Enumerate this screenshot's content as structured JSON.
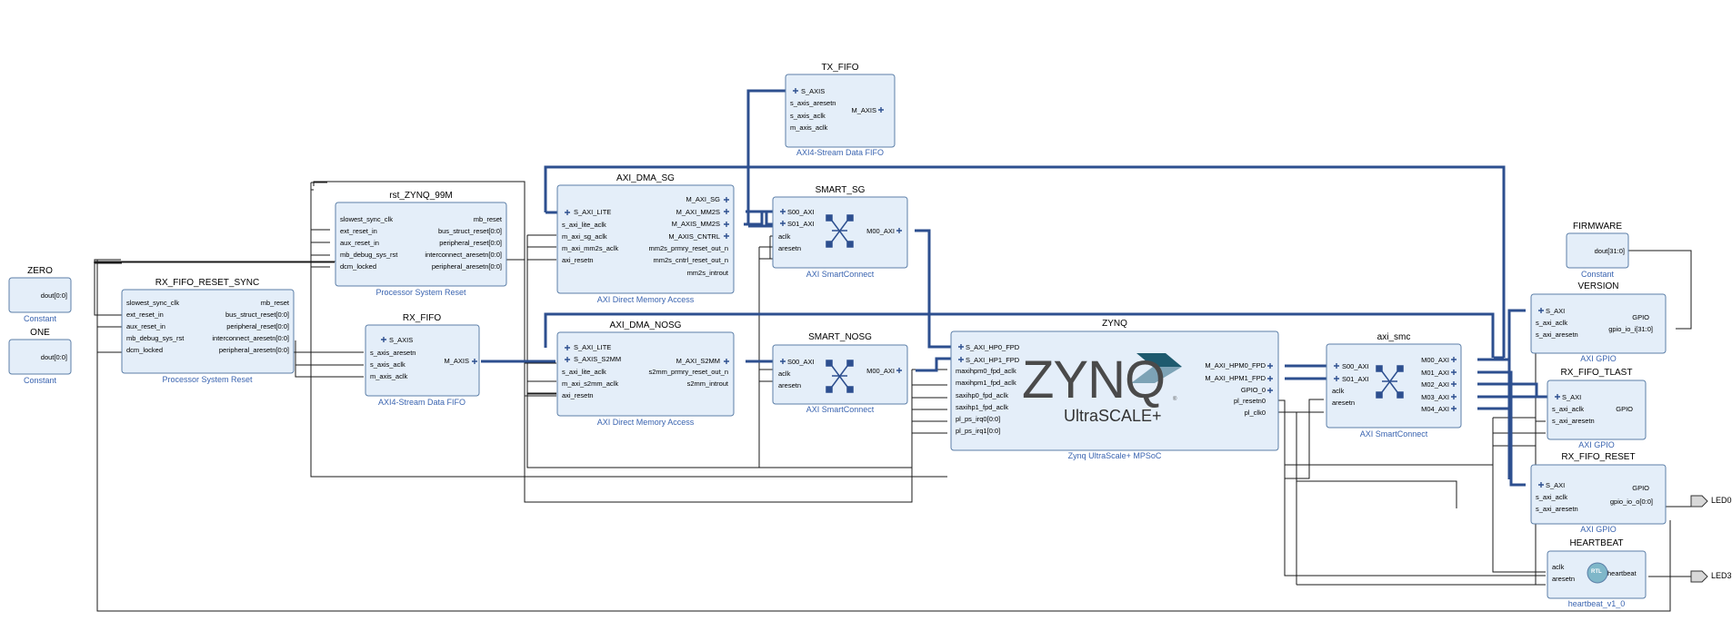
{
  "colors": {
    "block_fill": "#e4eef9",
    "block_border": "#5c7fa8",
    "bus_wire": "#2d4f8f",
    "net_wire": "#000000",
    "subtitle": "#3a64b0"
  },
  "blocks": {
    "zero": {
      "title": "ZERO",
      "subtitle": "Constant",
      "ports": {
        "dout": "dout[0:0]"
      }
    },
    "one": {
      "title": "ONE",
      "subtitle": "Constant",
      "ports": {
        "dout": "dout[0:0]"
      }
    },
    "rx_fifo_reset_sync": {
      "title": "RX_FIFO_RESET_SYNC",
      "subtitle": "Processor System Reset",
      "inputs": [
        "slowest_sync_clk",
        "ext_reset_in",
        "aux_reset_in",
        "mb_debug_sys_rst",
        "dcm_locked"
      ],
      "outputs": [
        "mb_reset",
        "bus_struct_reset[0:0]",
        "peripheral_reset[0:0]",
        "interconnect_aresetn[0:0]",
        "peripheral_aresetn[0:0]"
      ]
    },
    "rst_zynq": {
      "title": "rst_ZYNQ_99M",
      "subtitle": "Processor System Reset",
      "inputs": [
        "slowest_sync_clk",
        "ext_reset_in",
        "aux_reset_in",
        "mb_debug_sys_rst",
        "dcm_locked"
      ],
      "outputs": [
        "mb_reset",
        "bus_struct_reset[0:0]",
        "peripheral_reset[0:0]",
        "interconnect_aresetn[0:0]",
        "peripheral_aresetn[0:0]"
      ]
    },
    "rx_fifo": {
      "title": "RX_FIFO",
      "subtitle": "AXI4-Stream Data FIFO",
      "inputs": [
        "S_AXIS",
        "s_axis_aresetn",
        "s_axis_aclk",
        "m_axis_aclk"
      ],
      "outputs": [
        "M_AXIS"
      ]
    },
    "axi_dma_sg": {
      "title": "AXI_DMA_SG",
      "subtitle": "AXI Direct Memory Access",
      "inputs": [
        "S_AXI_LITE",
        "s_axi_lite_aclk",
        "m_axi_sg_aclk",
        "m_axi_mm2s_aclk",
        "axi_resetn"
      ],
      "outputs": [
        "M_AXI_SG",
        "M_AXI_MM2S",
        "M_AXIS_MM2S",
        "M_AXIS_CNTRL",
        "mm2s_prmry_reset_out_n",
        "mm2s_cntrl_reset_out_n",
        "mm2s_introut"
      ]
    },
    "axi_dma_nosg": {
      "title": "AXI_DMA_NOSG",
      "subtitle": "AXI Direct Memory Access",
      "inputs": [
        "S_AXI_LITE",
        "S_AXIS_S2MM",
        "s_axi_lite_aclk",
        "m_axi_s2mm_aclk",
        "axi_resetn"
      ],
      "outputs": [
        "M_AXI_S2MM",
        "s2mm_prmry_reset_out_n",
        "s2mm_introut"
      ]
    },
    "tx_fifo": {
      "title": "TX_FIFO",
      "subtitle": "AXI4-Stream Data FIFO",
      "inputs": [
        "S_AXIS",
        "s_axis_aresetn",
        "s_axis_aclk",
        "m_axis_aclk"
      ],
      "outputs": [
        "M_AXIS"
      ]
    },
    "smart_sg": {
      "title": "SMART_SG",
      "subtitle": "AXI SmartConnect",
      "inputs": [
        "S00_AXI",
        "S01_AXI",
        "aclk",
        "aresetn"
      ],
      "outputs": [
        "M00_AXI"
      ]
    },
    "smart_nosg": {
      "title": "SMART_NOSG",
      "subtitle": "AXI SmartConnect",
      "inputs": [
        "S00_AXI",
        "aclk",
        "aresetn"
      ],
      "outputs": [
        "M00_AXI"
      ]
    },
    "zynq": {
      "title": "ZYNQ",
      "subtitle": "Zynq UltraScale+ MPSoC",
      "logo_main": "ZYNQ",
      "logo_sub": "UltraSCALE+",
      "logo_mark": "®",
      "inputs": [
        "S_AXI_HP0_FPD",
        "S_AXI_HP1_FPD",
        "maxihpm0_fpd_aclk",
        "maxihpm1_fpd_aclk",
        "saxihp0_fpd_aclk",
        "saxihp1_fpd_aclk",
        "pl_ps_irq0[0:0]",
        "pl_ps_irq1[0:0]"
      ],
      "outputs": [
        "M_AXI_HPM0_FPD",
        "M_AXI_HPM1_FPD",
        "GPIO_0",
        "pl_resetn0",
        "pl_clk0"
      ]
    },
    "axi_smc": {
      "title": "axi_smc",
      "subtitle": "AXI SmartConnect",
      "inputs": [
        "S00_AXI",
        "S01_AXI",
        "aclk",
        "aresetn"
      ],
      "outputs": [
        "M00_AXI",
        "M01_AXI",
        "M02_AXI",
        "M03_AXI",
        "M04_AXI"
      ]
    },
    "firmware": {
      "title": "FIRMWARE",
      "subtitle": "Constant",
      "ports": {
        "dout": "dout[31:0]"
      }
    },
    "version": {
      "title": "VERSION",
      "subtitle": "AXI GPIO",
      "inputs": [
        "S_AXI",
        "s_axi_aclk",
        "s_axi_aresetn"
      ],
      "outputs": [
        "GPIO",
        "gpio_io_i[31:0]"
      ]
    },
    "rx_fifo_tlast": {
      "title": "RX_FIFO_TLAST",
      "subtitle": "AXI GPIO",
      "inputs": [
        "S_AXI",
        "s_axi_aclk",
        "s_axi_aresetn"
      ],
      "outputs": [
        "GPIO"
      ]
    },
    "rx_fifo_reset": {
      "title": "RX_FIFO_RESET",
      "subtitle": "AXI GPIO",
      "inputs": [
        "S_AXI",
        "s_axi_aclk",
        "s_axi_aresetn"
      ],
      "outputs": [
        "GPIO",
        "gpio_io_o[0:0]"
      ]
    },
    "heartbeat": {
      "title": "HEARTBEAT",
      "subtitle": "heartbeat_v1_0",
      "rtl": "RTL",
      "inputs": [
        "aclk",
        "aresetn"
      ],
      "outputs": [
        "heartbeat"
      ]
    }
  },
  "external_ports": {
    "led0": "LED0",
    "led3": "LED3"
  }
}
